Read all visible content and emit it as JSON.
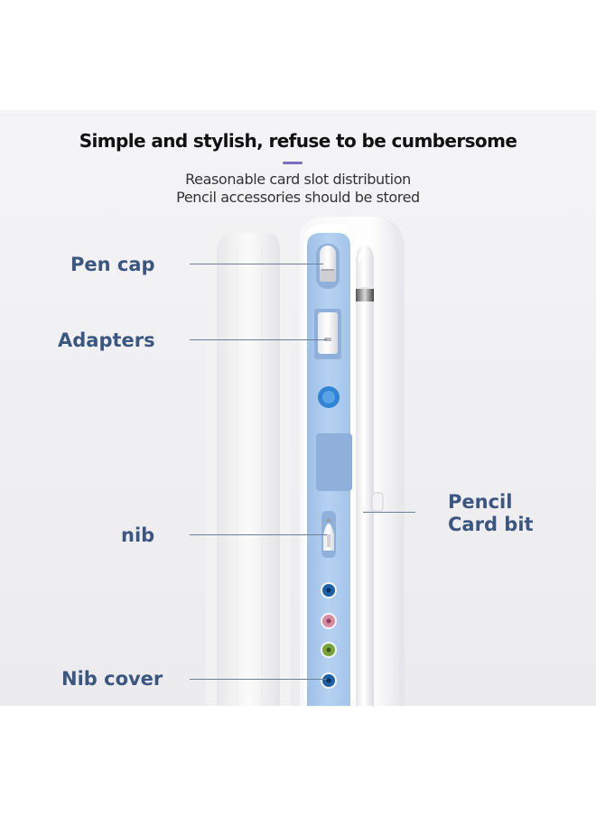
{
  "headline": "Simple and stylish, refuse to be cumbersome",
  "subheadline": {
    "line1": "Reasonable card slot distribution",
    "line2": "Pencil accessories should be stored"
  },
  "colors": {
    "panel_background": "#efeff1",
    "case_shell": "#ffffff",
    "tray": "#aac8ec",
    "label_text": "#3b5680",
    "accent_bar": "#7a6ec0"
  },
  "callouts": {
    "pen_cap": "Pen cap",
    "adapters": "Adapters",
    "nib": "nib",
    "pencil_card_bit": {
      "line1": "Pencil",
      "line2": "Card bit"
    },
    "nib_cover": "Nib cover"
  },
  "nib_cover_colors": [
    "#1f5fa6",
    "#d98aa0",
    "#7aa23a",
    "#1f5fa6"
  ]
}
